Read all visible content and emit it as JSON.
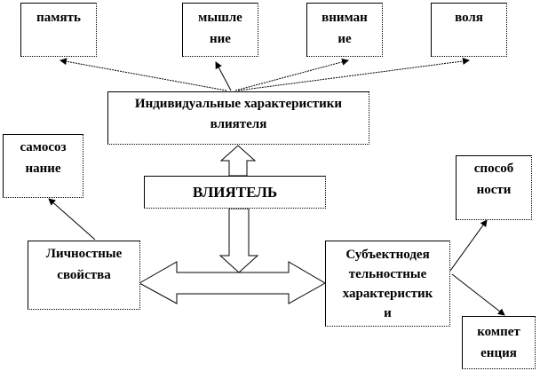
{
  "diagram": {
    "top_boxes": [
      {
        "id": "memory",
        "lines": [
          "память"
        ]
      },
      {
        "id": "thinking",
        "lines": [
          "мышле",
          "ние"
        ]
      },
      {
        "id": "attention",
        "lines": [
          "вниман",
          "ие"
        ]
      },
      {
        "id": "will",
        "lines": [
          "воля"
        ]
      }
    ],
    "individual": {
      "lines": [
        "Индивидуальные характеристики",
        "влиятеля"
      ]
    },
    "influencer": {
      "label": "ВЛИЯТЕЛЬ"
    },
    "self_awareness": {
      "lines": [
        "самосоз",
        "нание"
      ]
    },
    "personal": {
      "lines": [
        "Личностные",
        "свойства"
      ]
    },
    "subject": {
      "lines": [
        "Субъектнодея",
        "тельностные",
        "характеристик",
        "и"
      ]
    },
    "abilities": {
      "lines": [
        "способ",
        "ности"
      ]
    },
    "competence": {
      "lines": [
        "компет",
        "енция"
      ]
    }
  }
}
